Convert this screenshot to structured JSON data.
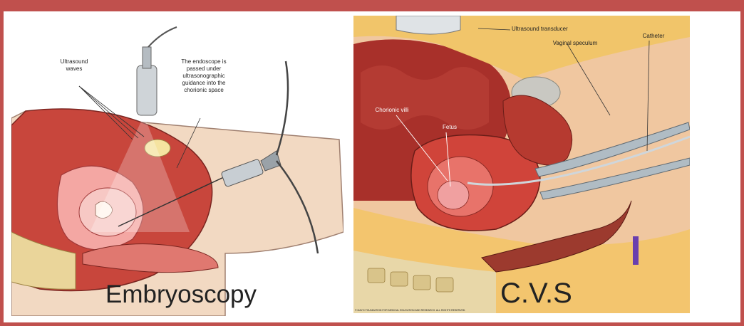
{
  "left_panel": {
    "labels": {
      "ultrasound_waves": "Ultrasound waves",
      "endoscope_note": "The endoscope is passed under ultrasonographic guidance into the chorionic space"
    },
    "caption": "Embryoscopy"
  },
  "right_panel": {
    "labels": {
      "transducer": "Ultrasound transducer",
      "catheter": "Catheter",
      "speculum": "Vaginal speculum",
      "chorionic_villi": "Chorionic villi",
      "fetus": "Fetus"
    },
    "caption": "C.V.S",
    "footer": "© MAYO FOUNDATION FOR MEDICAL EDUCATION AND RESEARCH. ALL RIGHTS RESERVED."
  },
  "colors": {
    "frame": "#c0504d",
    "skin": "#efd2b8",
    "tissue": "#c8423a",
    "fat": "#f0c060"
  }
}
